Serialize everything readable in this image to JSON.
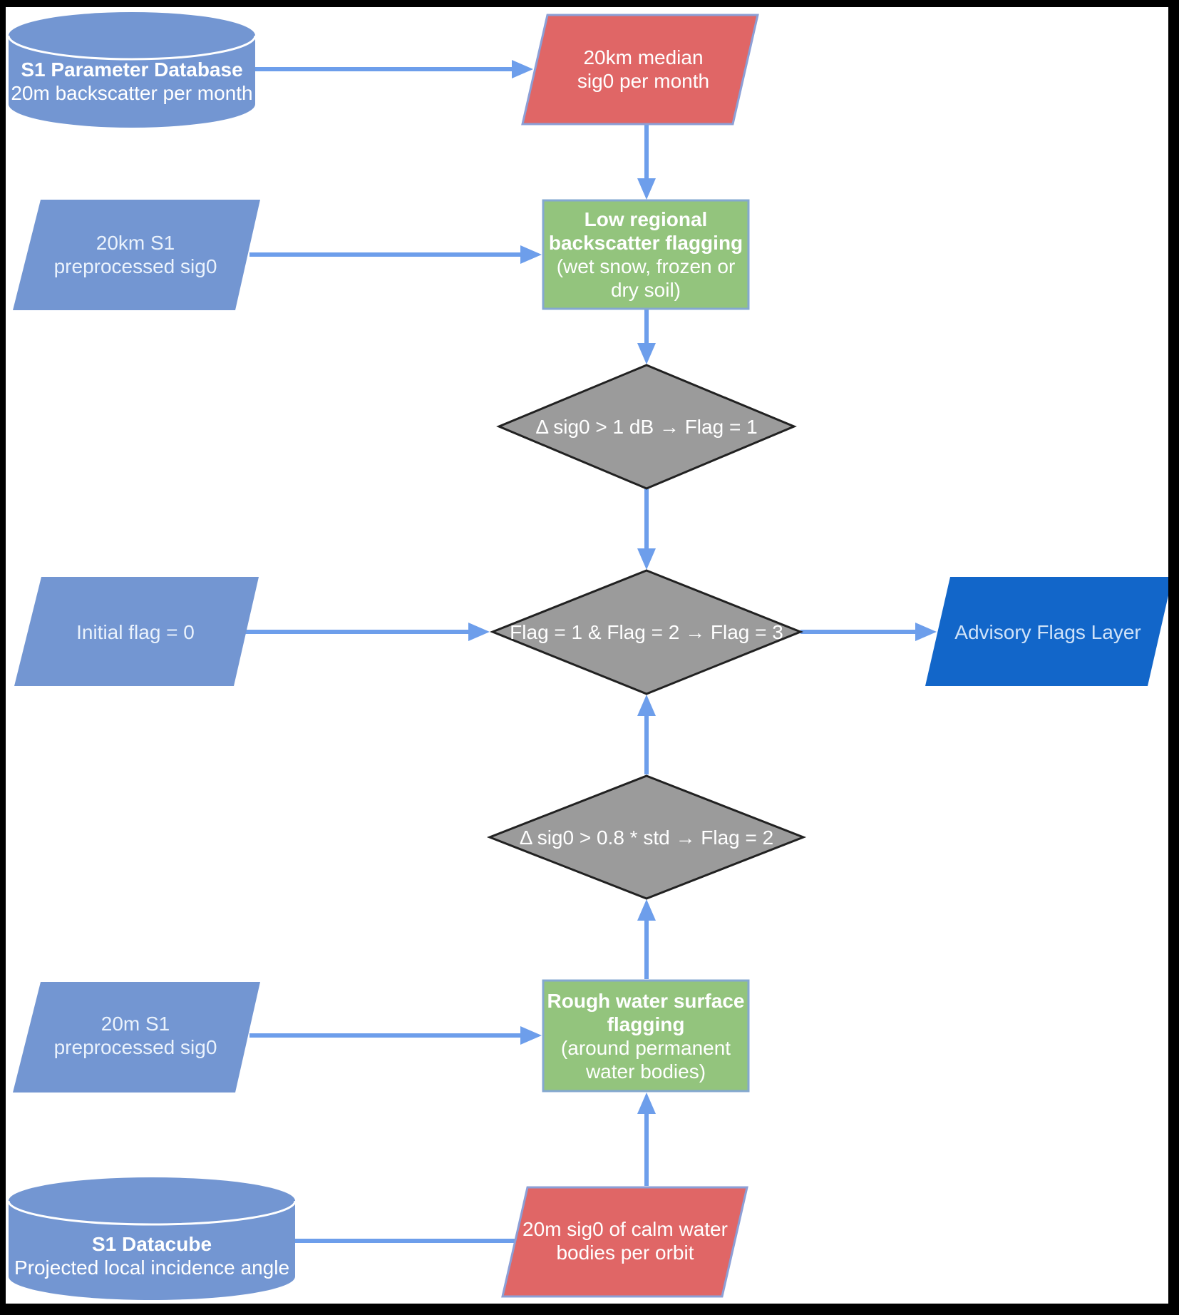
{
  "palette": {
    "background": "#FFFFFF",
    "frame": "#000000",
    "blue_shape": "#7396D2",
    "red_shape": "#E06666",
    "red_shape_border": "#8C9FD6",
    "green_shape": "#93C47D",
    "green_shape_border": "#84A8D0",
    "decision_fill": "#9B9B9B",
    "decision_border": "#212121",
    "advisory_fill": "#1266C9",
    "advisory_text": "#CFE2F8",
    "arrow": "#6D9EEB",
    "text_light": "#FFFFFF",
    "text_on_blue": "#EAF2FC"
  },
  "nodes": {
    "s1_parameter_database": {
      "title": "S1 Parameter Database",
      "subtitle": "20m backscatter per month"
    },
    "median_sig0": {
      "lines": [
        "20km median",
        "sig0 per month"
      ]
    },
    "s1_20km_preprocessed": {
      "lines": [
        "20km S1",
        "preprocessed sig0"
      ]
    },
    "low_regional_flagging": {
      "title_lines": [
        "Low regional",
        "backscatter flagging"
      ],
      "note_lines": [
        "(wet snow, frozen or",
        "dry soil)"
      ]
    },
    "decision_1db": {
      "label": "Δ sig0 > 1 dB → Flag = 1"
    },
    "initial_flag": {
      "label": "Initial flag = 0"
    },
    "decision_combine": {
      "label": "Flag = 1 & Flag = 2 → Flag = 3"
    },
    "advisory_flags_layer": {
      "label": "Advisory Flags Layer"
    },
    "decision_std": {
      "label": "Δ sig0 > 0.8 * std → Flag = 2"
    },
    "s1_20m_preprocessed": {
      "lines": [
        "20m S1",
        "preprocessed sig0"
      ]
    },
    "rough_water_flagging": {
      "title_lines": [
        "Rough water surface",
        "flagging"
      ],
      "note_lines": [
        "(around permanent",
        "water bodies)"
      ]
    },
    "s1_datacube": {
      "title": "S1 Datacube",
      "subtitle": "Projected local incidence angle"
    },
    "calm_water_sig0": {
      "lines": [
        "20m sig0 of calm water",
        "bodies per orbit"
      ]
    }
  }
}
